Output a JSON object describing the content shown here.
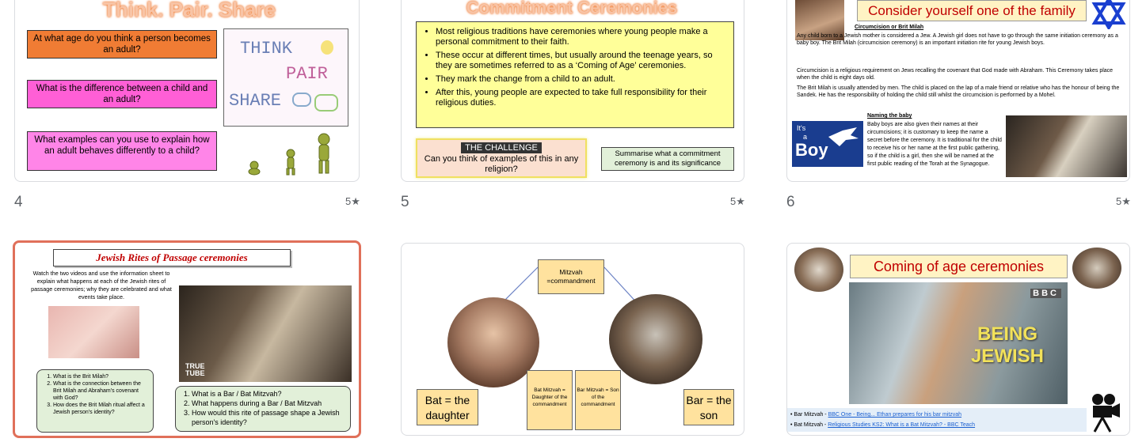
{
  "slides": [
    {
      "number": "4",
      "title": "Think. Pair. Share",
      "questions": [
        "At what age do you think a person becomes an adult?",
        "What is the difference between a child and an adult?",
        "What examples can you use to explain how an adult behaves differently to a child?"
      ],
      "tps": {
        "think": "THINK",
        "pair": "PAIR",
        "share": "SHARE"
      }
    },
    {
      "number": "5",
      "title": "Commitment Ceremonies",
      "bullets": [
        "Most religious traditions have ceremonies where young people make a personal commitment to their faith.",
        "These occur at different times, but usually around the teenage years, so they are sometimes referred to as a ‘Coming of Age’ ceremonies.",
        "They mark the change from a child to an adult.",
        "After this, young people are expected to take full responsibility for their religious duties."
      ],
      "challenge_heading": "THE CHALLENGE",
      "challenge_text": "Can you think of examples of this in any religion?",
      "summary": "Summarise what a commitment ceremony is and its significance"
    },
    {
      "number": "6",
      "title": "Consider yourself one of the family",
      "subhead1": "Circumcision or Brit Milah",
      "para1": "Any child born to a Jewish mother is considered a Jew. A Jewish girl does not have to go through the same initiation ceremony as a baby boy. The Brit Milah (circumcision ceremony) is an important initiation rite for young Jewish boys.",
      "para2": "Circumcision is a religious requirement on Jews recalling the covenant that God made with Abraham. This Ceremony takes place when the child is eight days old.",
      "para3": "The Brit Milah is usually attended by men. The child is placed on the lap of a male friend or relative who has the honour of being the Sandek. He has the responsibility of holding the child still whilst the circumcision is performed by a Mohel.",
      "subhead2": "Naming the baby",
      "para4": "Baby boys are also given their names at their circumcisions; it is customary to keep the name a secret before the ceremony. It is traditional for the child to receive his or her name at the first public gathering, so if the child is a girl, then she will be named at the first public reading of the Torah at the Synagogue.",
      "card_its": "It's",
      "card_a": "a",
      "card_boy": "Boy"
    },
    {
      "title": "Jewish Rites of Passage ceremonies",
      "intro": "Watch the two videos and use the information sheet to explain what happens at each of the Jewish rites of passage ceremonies; why they are celebrated and what events take place.",
      "q_left": [
        "What is the Brit Milah?",
        "What is the connection between the Brit Milah and Abraham's covenant with God?",
        "How does the Brit Milah ritual affect a Jewish person's identity?"
      ],
      "q_right": [
        "What is a Bar / Bat Mitzvah?",
        "What happens during a Bar / Bat Mitzvah",
        "How would this rite of passage shape a Jewish person's identity?"
      ],
      "watermark": "TRUE TUBE"
    },
    {
      "mitzvah": "Mitzvah =commandment",
      "bat_mitzvah": "Bat Mitzvah = Daughter of the commandment",
      "bar_mitzvah": "Bar Mitzvah = Son of the commandment",
      "bat": "Bat = the daughter",
      "bar": "Bar = the son"
    },
    {
      "title": "Coming of age ceremonies",
      "bbc": "BBC",
      "video_title": "BEING JEWISH",
      "link1_prefix": "Bar Mitzvah - ",
      "link1": "BBC One - Being... Ethan prepares for his bar mitzvah",
      "link2_prefix": "Bat Mitzvah - ",
      "link2": "Religious Studies KS2: What is a Bat Mitzvah? - BBC Teach"
    }
  ],
  "colors": {
    "orange": "#f07c34",
    "pink": "#ff5fd6",
    "magenta": "#ff85e8",
    "yellow": "#ffff99",
    "peach": "#fbe0d0",
    "green": "#e2f0d9",
    "tan": "#ffe29e",
    "selected": "#e0705a"
  },
  "icons": [
    "star-icon",
    "camera-icon",
    "star-of-david-icon",
    "stork-icon"
  ]
}
